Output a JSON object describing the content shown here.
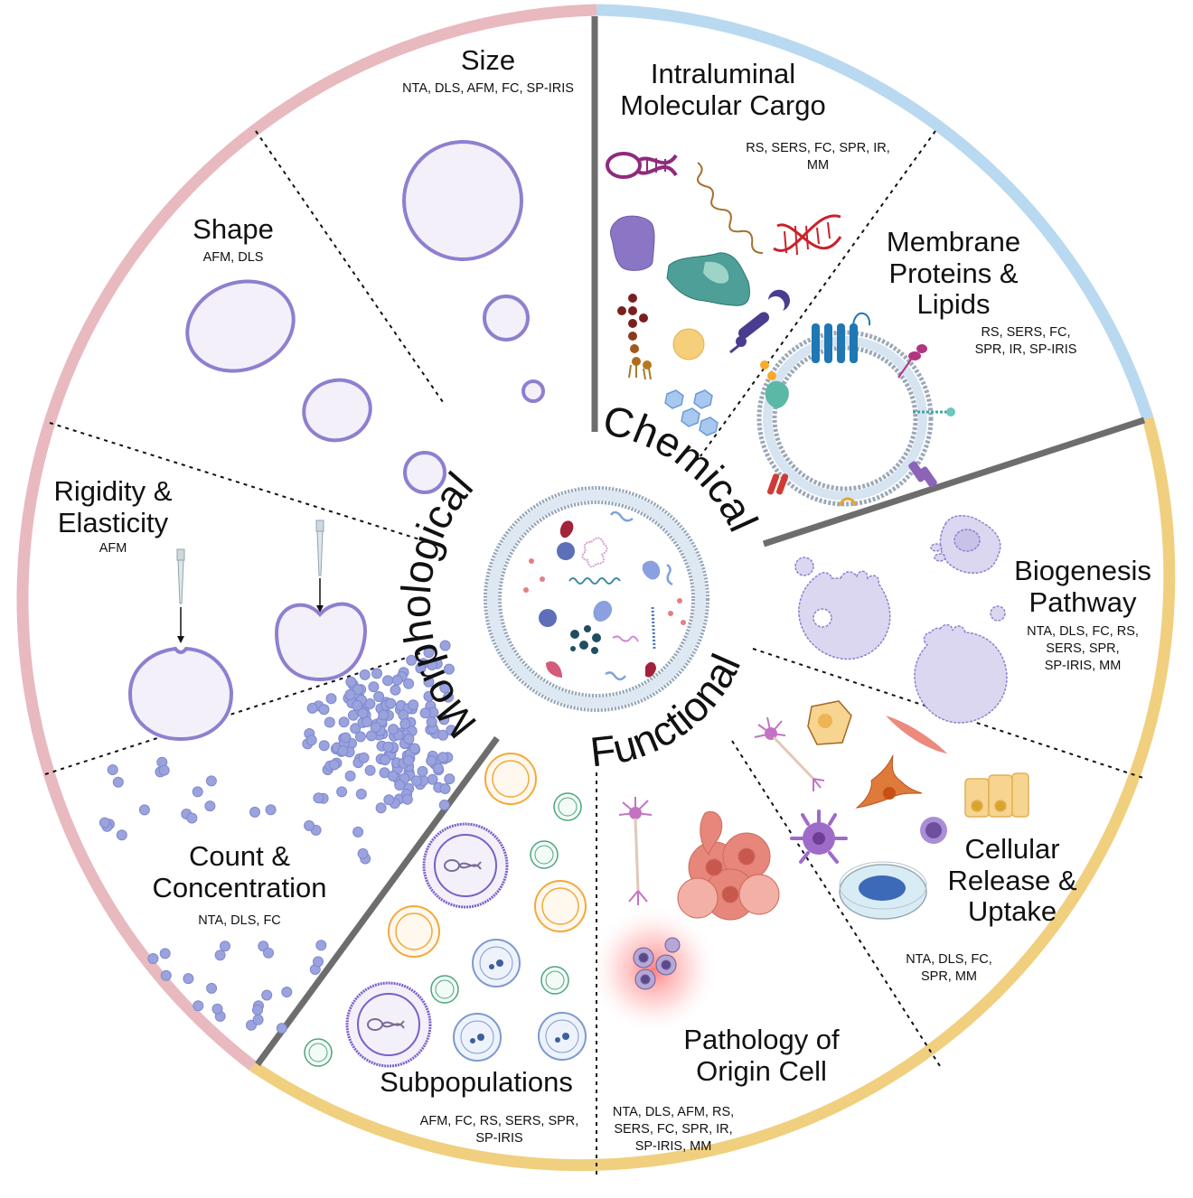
{
  "diagram": {
    "type": "radial-wheel",
    "ring_colors": {
      "morphological": "#e8b9bf",
      "chemical": "#b8d9f0",
      "functional": "#f0cf7e"
    },
    "categories": [
      {
        "id": "morphological",
        "label": "Morphological"
      },
      {
        "id": "chemical",
        "label": "Chemical"
      },
      {
        "id": "functional",
        "label": "Functional"
      }
    ],
    "segments": [
      {
        "id": "size",
        "category": "morphological",
        "title": "Size",
        "methods": "NTA, DLS, AFM, FC, SP-IRIS"
      },
      {
        "id": "shape",
        "category": "morphological",
        "title": "Shape",
        "methods": "AFM, DLS"
      },
      {
        "id": "rigidity",
        "category": "morphological",
        "title_lines": [
          "Rigidity &",
          "Elasticity"
        ],
        "methods": "AFM"
      },
      {
        "id": "count",
        "category": "morphological",
        "title_lines": [
          "Count &",
          "Concentration"
        ],
        "methods": "NTA, DLS, FC"
      },
      {
        "id": "cargo",
        "category": "chemical",
        "title_lines": [
          "Intraluminal",
          "Molecular Cargo"
        ],
        "methods_lines": [
          "RS, SERS, FC, SPR, IR,",
          "MM"
        ]
      },
      {
        "id": "membrane",
        "category": "chemical",
        "title_lines": [
          "Membrane",
          "Proteins &",
          "Lipids"
        ],
        "methods_lines": [
          "RS, SERS, FC,",
          "SPR, IR, SP-IRIS"
        ]
      },
      {
        "id": "biogenesis",
        "category": "functional",
        "title_lines": [
          "Biogenesis",
          "Pathway"
        ],
        "methods_lines": [
          "NTA, DLS, FC, RS,",
          "SERS, SPR,",
          "SP-IRIS, MM"
        ]
      },
      {
        "id": "cellular",
        "category": "functional",
        "title_lines": [
          "Cellular",
          "Release &",
          "Uptake"
        ],
        "methods_lines": [
          "NTA, DLS, FC,",
          "SPR, MM"
        ]
      },
      {
        "id": "pathology",
        "category": "functional",
        "title_lines": [
          "Pathology of",
          "Origin Cell"
        ],
        "methods_lines": [
          "NTA, DLS, AFM, RS,",
          "SERS, FC, SPR, IR,",
          "SP-IRIS, MM"
        ]
      },
      {
        "id": "subpop",
        "category": "functional",
        "title": "Subpopulations",
        "methods_lines": [
          "AFM, FC, RS, SERS, SPR,",
          "SP-IRIS"
        ]
      }
    ]
  }
}
